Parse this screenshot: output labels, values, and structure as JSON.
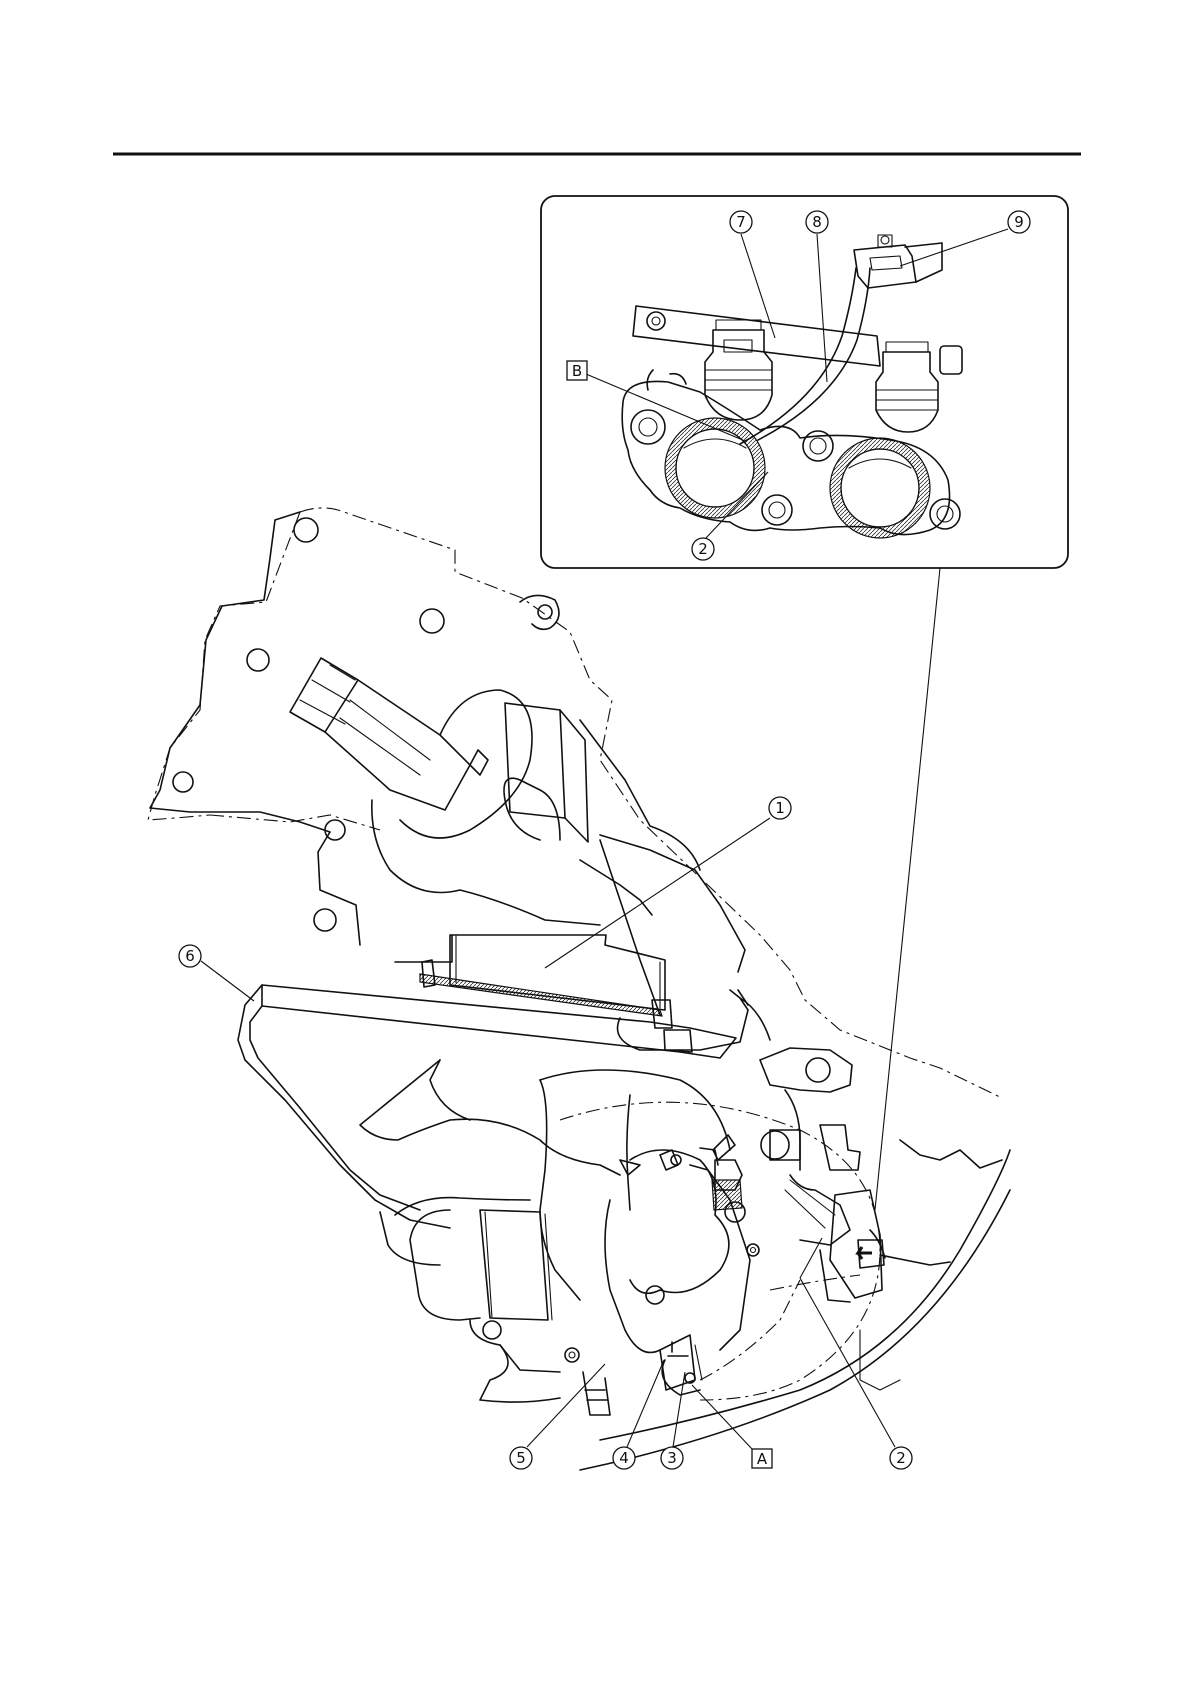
{
  "callouts": {
    "c1": "1",
    "c2_inset": "2",
    "c2_main": "2",
    "c3": "3",
    "c4": "4",
    "c5": "5",
    "c6": "6",
    "c7": "7",
    "c8": "8",
    "c9": "9"
  },
  "reference_labels": {
    "a": "A",
    "b": "B"
  },
  "colors": {
    "line": "#111111",
    "background": "#ffffff"
  }
}
